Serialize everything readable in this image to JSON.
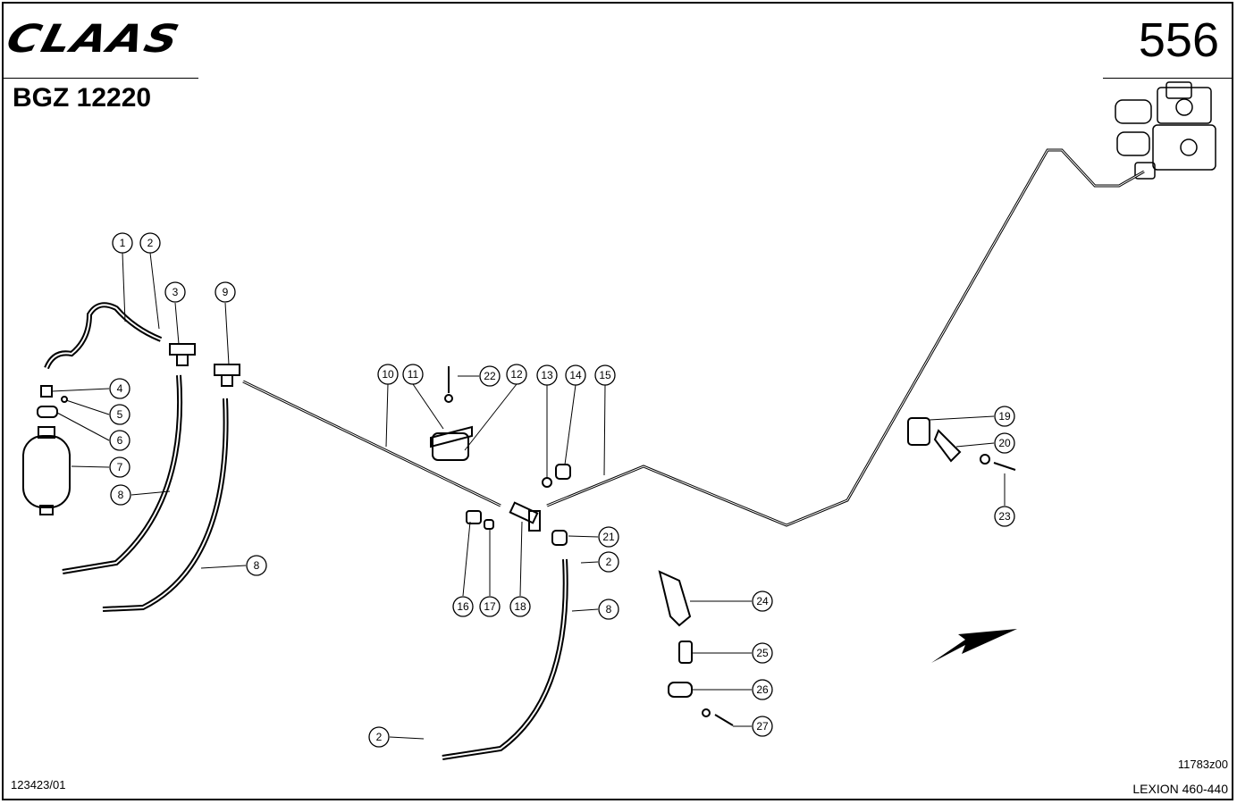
{
  "header": {
    "brand": "CLAAS",
    "page_number": "556",
    "document_code": "BGZ 12220"
  },
  "footer": {
    "drawing_id": "123423/01",
    "figure_code": "11783z00",
    "model": "LEXION 460-440"
  },
  "callouts": [
    "1",
    "2",
    "3",
    "9",
    "4",
    "5",
    "6",
    "7",
    "8",
    "8",
    "10",
    "11",
    "22",
    "12",
    "13",
    "14",
    "15",
    "16",
    "17",
    "18",
    "21",
    "2",
    "8",
    "2",
    "19",
    "20",
    "23",
    "24",
    "25",
    "26",
    "27"
  ]
}
